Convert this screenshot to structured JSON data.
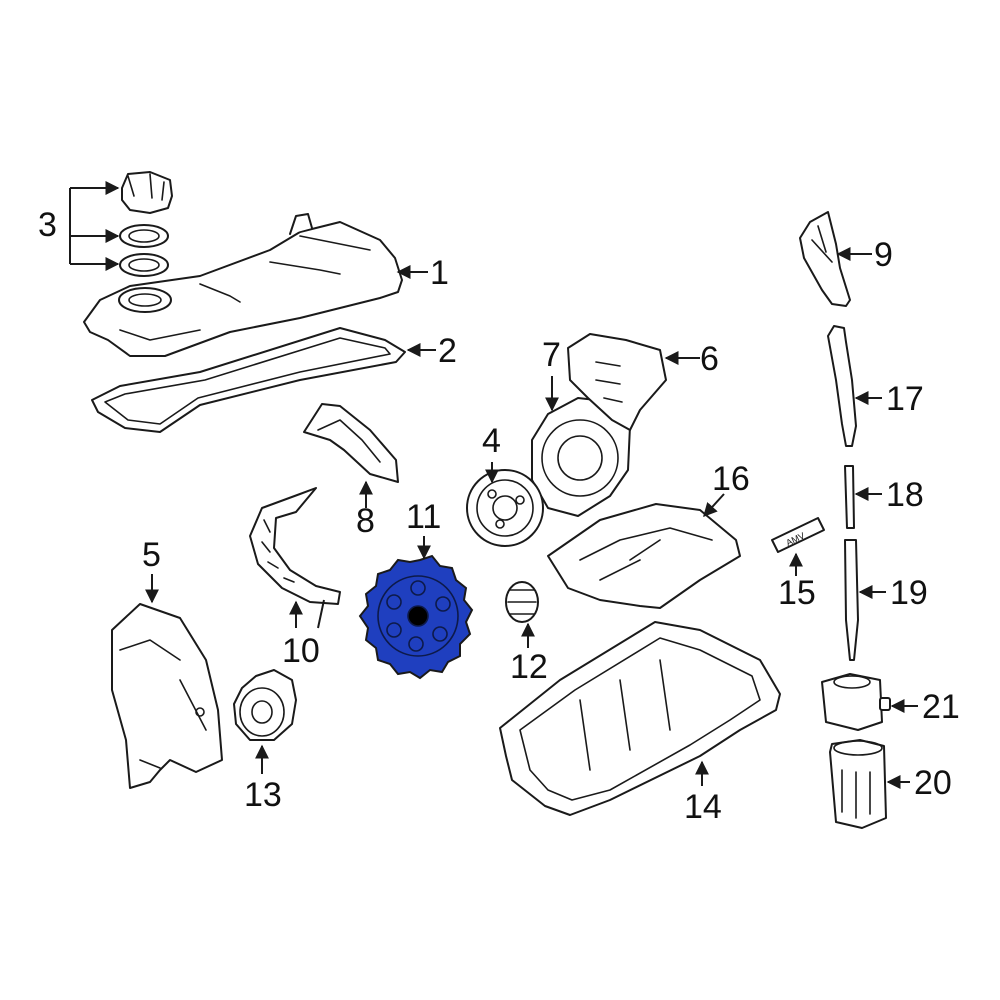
{
  "colors": {
    "highlight": "#1f3fbf",
    "line": "#1a1a1a",
    "background": "#ffffff"
  },
  "callouts": {
    "n1": "1",
    "n2": "2",
    "n3": "3",
    "n4": "4",
    "n5": "5",
    "n6": "6",
    "n7": "7",
    "n8": "8",
    "n9": "9",
    "n10": "10",
    "n11": "11",
    "n12": "12",
    "n13": "13",
    "n14": "14",
    "n15": "15",
    "n16": "16",
    "n17": "17",
    "n18": "18",
    "n19": "19",
    "n20": "20",
    "n21": "21"
  },
  "tube_label": "AMV",
  "highlighted_part": "11"
}
